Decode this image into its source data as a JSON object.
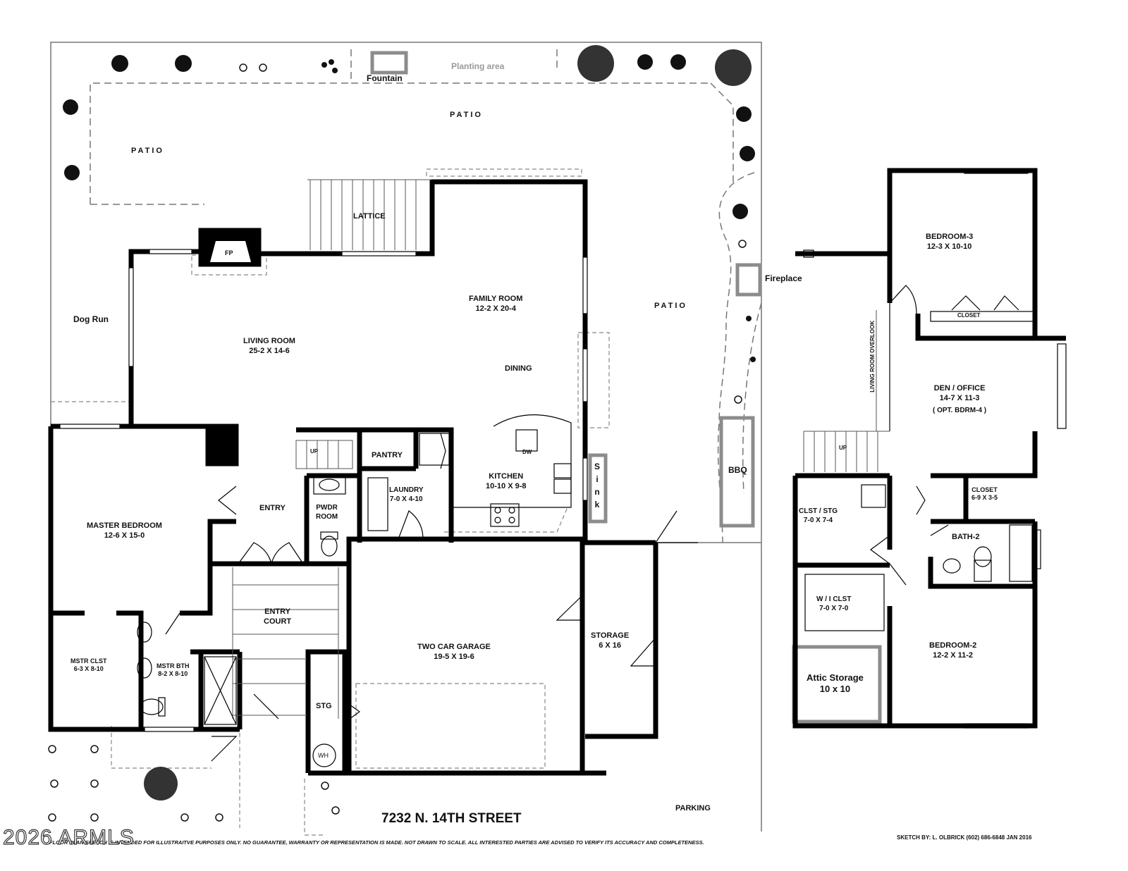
{
  "landscape": {
    "fountain": "Fountain",
    "planting_area": "Planting area",
    "patio": "PATIO",
    "dog_run": "Dog Run",
    "lattice": "LATTICE",
    "fp": "FP",
    "fireplace": "Fireplace",
    "bbq": "BBQ",
    "parking": "PARKING"
  },
  "main_floor": {
    "living_room": {
      "name": "LIVING ROOM",
      "size": "25-2  X  14-6"
    },
    "family_room": {
      "name": "FAMILY ROOM",
      "size": "12-2  X  20-4"
    },
    "dining": "DINING",
    "kitchen": {
      "name": "KITCHEN",
      "size": "10-10 X 9-8"
    },
    "dw": "DW",
    "sink_letters": [
      "S",
      "i",
      "n",
      "k"
    ],
    "pantry": "PANTRY",
    "laundry": {
      "name": "LAUNDRY",
      "size": "7-0 X 4-10"
    },
    "powder_room": {
      "line1": "PWDR",
      "line2": "ROOM"
    },
    "entry": "ENTRY",
    "up": "UP",
    "entry_court": {
      "line1": "ENTRY",
      "line2": "COURT"
    },
    "master_bedroom": {
      "name": "MASTER BEDROOM",
      "size": "12-6  X  15-0"
    },
    "master_closet": {
      "name": "MSTR CLST",
      "size": "6-3 X 8-10"
    },
    "master_bath": {
      "name": "MSTR BTH",
      "size": "8-2 X 8-10"
    },
    "garage": {
      "name": "TWO CAR GARAGE",
      "size": "19-5  X  19-6"
    },
    "storage": {
      "name": "STORAGE",
      "size": "6 X 16"
    },
    "stg": "STG",
    "wh": "WH"
  },
  "upper_floor": {
    "bedroom3": {
      "name": "BEDROOM-3",
      "size": "12-3  X  10-10"
    },
    "closet_b3": "CLOSET",
    "overlook": "LIVING ROOM OVERLOOK",
    "den": {
      "name": "DEN / OFFICE",
      "size": "14-7  X  11-3",
      "note": "( OPT. BDRM-4 )"
    },
    "up": "UP",
    "clst_stg": {
      "name": "CLST / STG",
      "size": "7-0 X 7-4"
    },
    "closet_small": {
      "name": "CLOSET",
      "size": "6-9 X 3-5"
    },
    "bath2": "BATH-2",
    "wi_closet": {
      "name": "W / I  CLST",
      "size": "7-0 X 7-0"
    },
    "attic": {
      "name": "Attic Storage",
      "size": "10 x 10"
    },
    "bedroom2": {
      "name": "BEDROOM-2",
      "size": "12-2  X  11-2"
    }
  },
  "footer": {
    "address": "7232 N. 14TH STREET",
    "disclaimer": "FLOOR PLAN SKETCH IS INTENDED FOR ILLUSTRAITVE PURPOSES ONLY.  NO GUARANTEE, WARRANTY OR REPRESENTATION IS MADE.  NOT DRAWN TO SCALE.  ALL INTERESTED PARTIES ARE ADVISED TO VERIFY ITS ACCURACY AND COMPLETENESS.",
    "sketch_by": "SKETCH BY:   L. OLBRICK   (602) 686-6848   JAN 2016",
    "watermark": "2026 ARMLS"
  },
  "colors": {
    "wall": "#000000",
    "fixture_outline": "#8c8c8c",
    "dashed": "#888888",
    "shrub": "#111111"
  }
}
